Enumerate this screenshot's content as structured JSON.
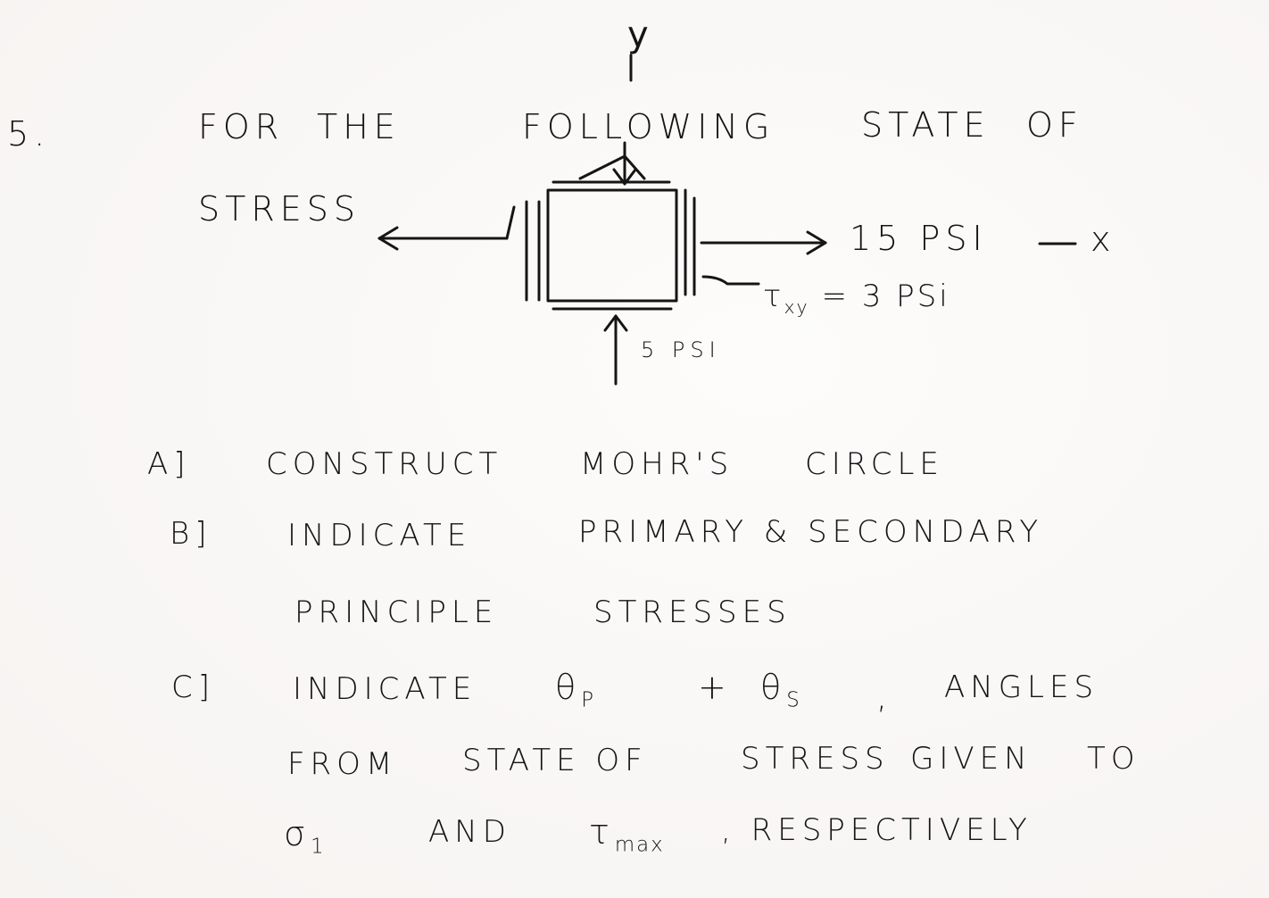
{
  "problem": {
    "number": "5.",
    "line1": [
      "FOR",
      "THE",
      "FOLLOWING",
      "STATE",
      "OF"
    ],
    "line2": "STRESS"
  },
  "diagram": {
    "y_axis_label": "y",
    "x_axis_label": "x",
    "sigma_x_label": "15 PSI",
    "sigma_y_label": "5 PSI",
    "tau_xy_label": "τxy = 3 PSi",
    "tau_symbol": "τ",
    "tau_sub": "xy",
    "tau_value": "= 3 PSi"
  },
  "parts": {
    "a_marker": "A]",
    "a_text": [
      "CONSTRUCT",
      "MOHR'S",
      "CIRCLE"
    ],
    "b_marker": "B]",
    "b_line1": [
      "INDICATE",
      "PRIMARY & SECONDARY"
    ],
    "b_line2": [
      "PRINCIPLE",
      "STRESSES"
    ],
    "c_marker": "C]",
    "c_line1_word": "INDICATE",
    "theta_p": "θ",
    "theta_p_sub": "P",
    "amp": "+",
    "theta_s": "θ",
    "theta_s_sub": "S",
    "comma": ",",
    "angles": "ANGLES",
    "c_line2": [
      "FROM",
      "STATE OF",
      "STRESS",
      "GIVEN",
      "TO"
    ],
    "sigma1": "σ",
    "sigma1_sub": "1",
    "and": "AND",
    "tau_max": "τ",
    "tau_max_sub": "max",
    "c_line3_end": ", RESPECTIVELY"
  }
}
